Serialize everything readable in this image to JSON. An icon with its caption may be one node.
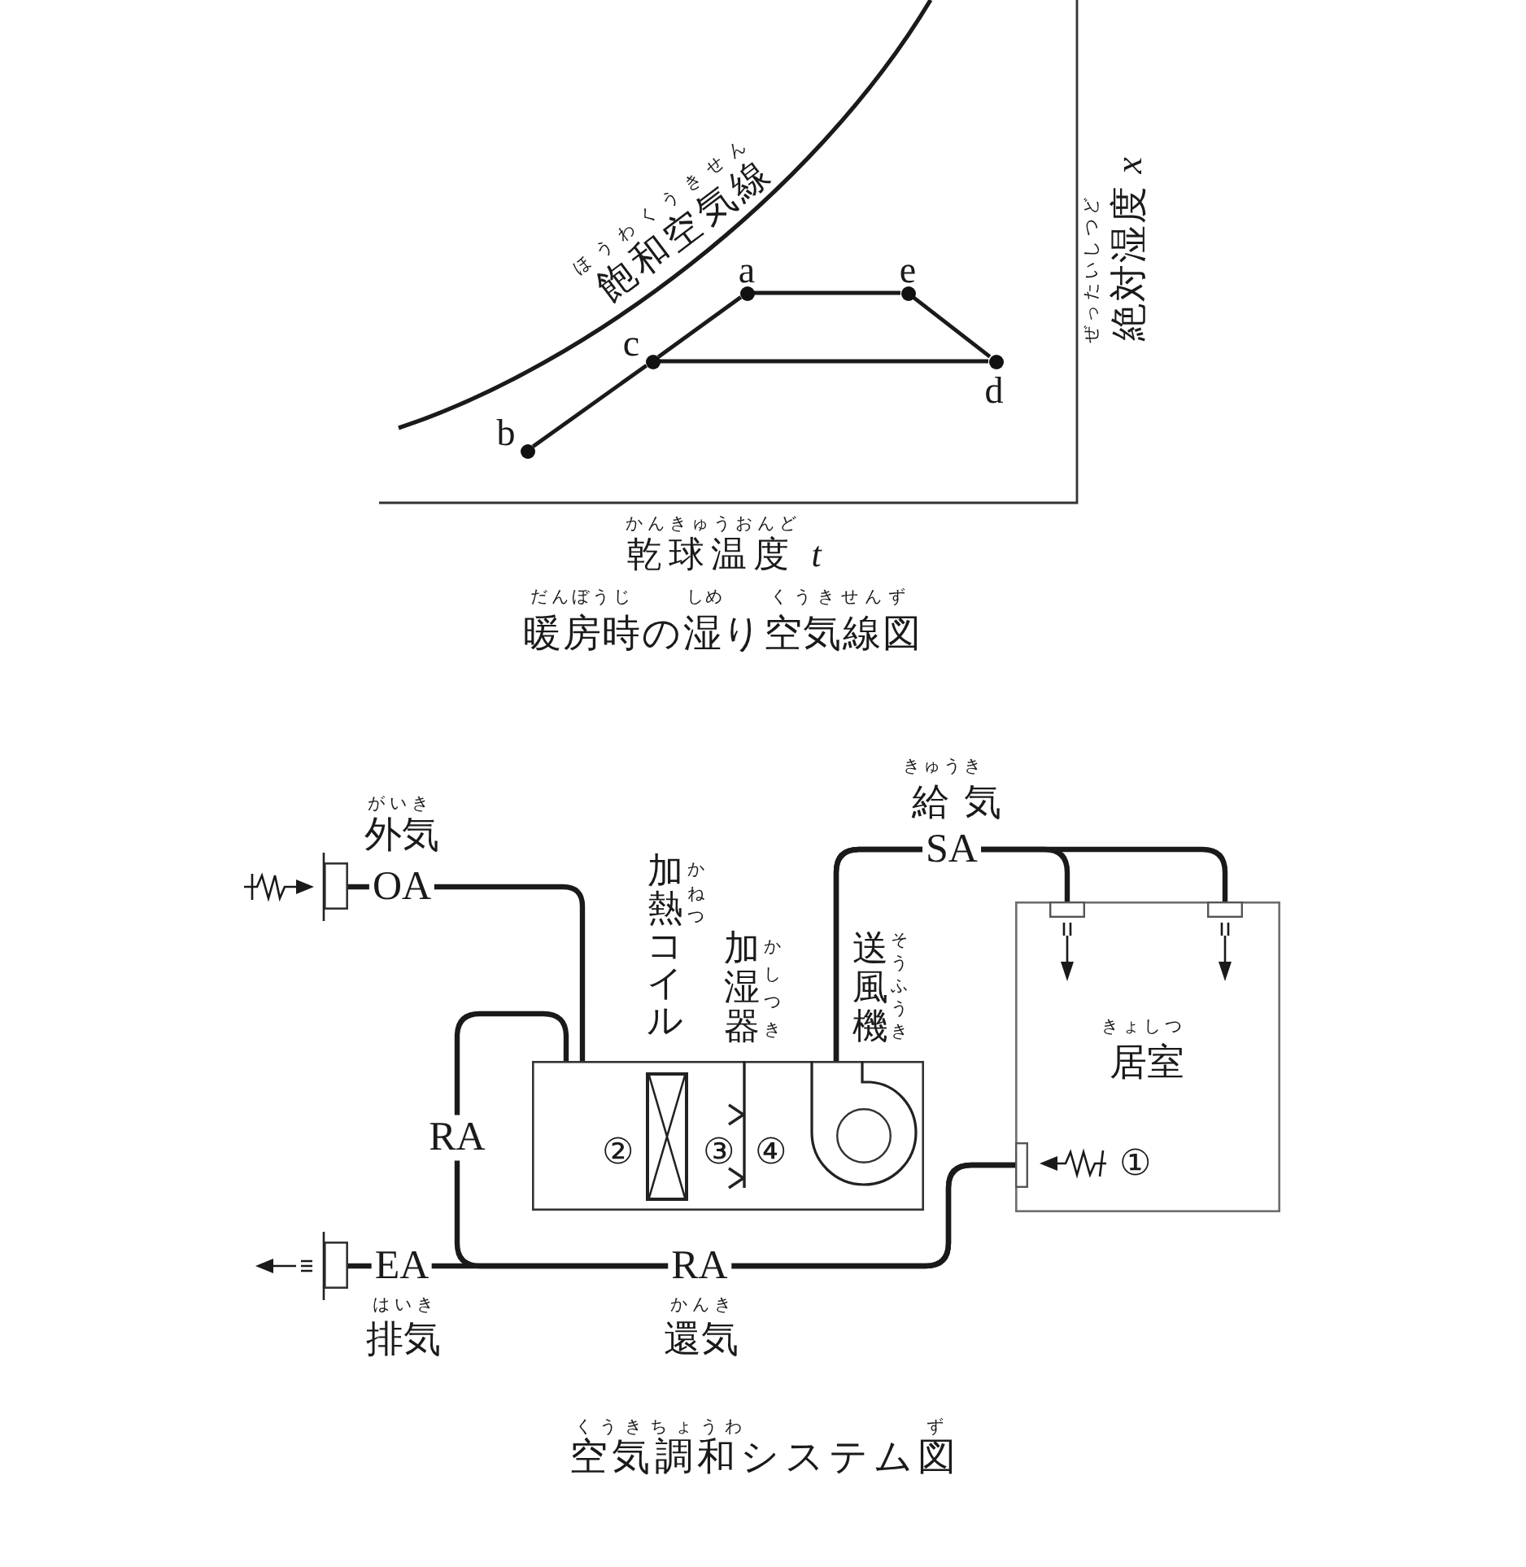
{
  "diagram": {
    "nodes": [
      {
        "text": [],
        "shape": "circle",
        "beside": [
          "a"
        ]
      },
      {
        "text": [],
        "shape": "circle",
        "beside": [
          "e"
        ]
      },
      {
        "text": [],
        "shape": "circle",
        "beside": [
          "c"
        ]
      },
      {
        "text": [],
        "shape": "circle",
        "beside": [
          "d"
        ]
      },
      {
        "text": [],
        "shape": "circle",
        "beside": [
          "b"
        ]
      },
      {
        "text": [],
        "shape": "box"
      },
      {
        "text": [],
        "shape": "box"
      },
      {
        "text": [],
        "shape": "box",
        "in": 6,
        "beside": [
          "かねつ",
          "加熱コイル"
        ]
      },
      {
        "text": [],
        "shape": "picture",
        "in": 6,
        "beside": [
          "かしつき",
          "加湿器"
        ]
      },
      {
        "text": [],
        "shape": "circle",
        "in": 6,
        "beside": [
          "そうふうき",
          "送風機"
        ]
      },
      {
        "text": [
          "きょしつ",
          "居室"
        ]
      },
      {
        "text": [],
        "shape": "box",
        "in": 10
      },
      {
        "text": [],
        "shape": "box",
        "in": 10
      },
      {
        "text": [],
        "shape": "box",
        "in": 10
      },
      {
        "text": [],
        "shape": "box"
      }
    ],
    "edges": [
      {
        "from": 4,
        "to": 2,
        "arrow": "none"
      },
      {
        "from": 2,
        "to": 0,
        "arrow": "none"
      },
      {
        "from": 0,
        "to": 1,
        "arrow": "none"
      },
      {
        "from": 1,
        "to": 3,
        "arrow": "none"
      },
      {
        "from": 3,
        "to": 2,
        "arrow": "none"
      },
      {
        "from": 5,
        "to": 6,
        "arrow": "none",
        "label": "OA"
      },
      {
        "from": 9,
        "to": 11,
        "arrow": "none",
        "label": "SA"
      },
      {
        "from": 9,
        "to": 12,
        "arrow": "none"
      },
      {
        "from": 13,
        "to": 6,
        "arrow": "none",
        "label": "RA"
      },
      {
        "from": 13,
        "to": 14,
        "arrow": "none",
        "label": "EA"
      }
    ],
    "labels": [
      "ほうわくうきせん",
      "飽和空気線",
      "ぜったいしつど",
      "絶対湿度 *x*",
      "かんきゅうおんど",
      "乾球温度 *t*",
      "だんぼうじ",
      "しめ",
      "くうきせんず",
      "暖房時の湿り空気線図",
      "きゅうき",
      "給気",
      "がいき",
      "外気",
      "②",
      "③",
      "④",
      "①",
      "RA",
      "はいき",
      "排気",
      "かんき",
      "還気",
      "くうきちょうわ",
      "ず",
      "空気調和システム図"
    ]
  }
}
